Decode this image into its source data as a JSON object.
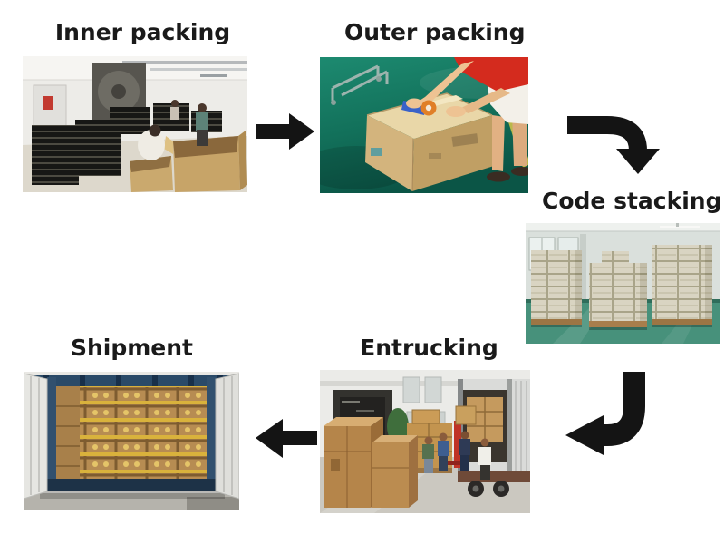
{
  "diagram": {
    "background_color": "#ffffff",
    "label_text_color": "#1a1a1a",
    "arrow_color": "#141414",
    "steps": [
      {
        "id": "inner-packing",
        "label": "Inner packing"
      },
      {
        "id": "outer-packing",
        "label": "Outer packing"
      },
      {
        "id": "code-stacking",
        "label": "Code stacking"
      },
      {
        "id": "entrucking",
        "label": "Entrucking"
      },
      {
        "id": "shipment",
        "label": "Shipment"
      }
    ],
    "arrows": [
      {
        "id": "arrow-inner-to-outer",
        "direction": "right"
      },
      {
        "id": "arrow-outer-to-code-stacking",
        "direction": "right-then-down"
      },
      {
        "id": "arrow-code-stacking-to-entrucking",
        "direction": "down-then-left"
      },
      {
        "id": "arrow-entrucking-to-shipment",
        "direction": "left"
      }
    ],
    "photo_palette": {
      "carton_brown": "#c9a96d",
      "teal_floor": "#12705a",
      "warehouse_floor_green": "#47917b",
      "container_frame_navy": "#31506e",
      "shipment_box_brown": "#b78c52",
      "tape_yellow": "#d9b23c",
      "shirt_red": "#d42b1e",
      "stacker_red": "#bf3326"
    }
  }
}
